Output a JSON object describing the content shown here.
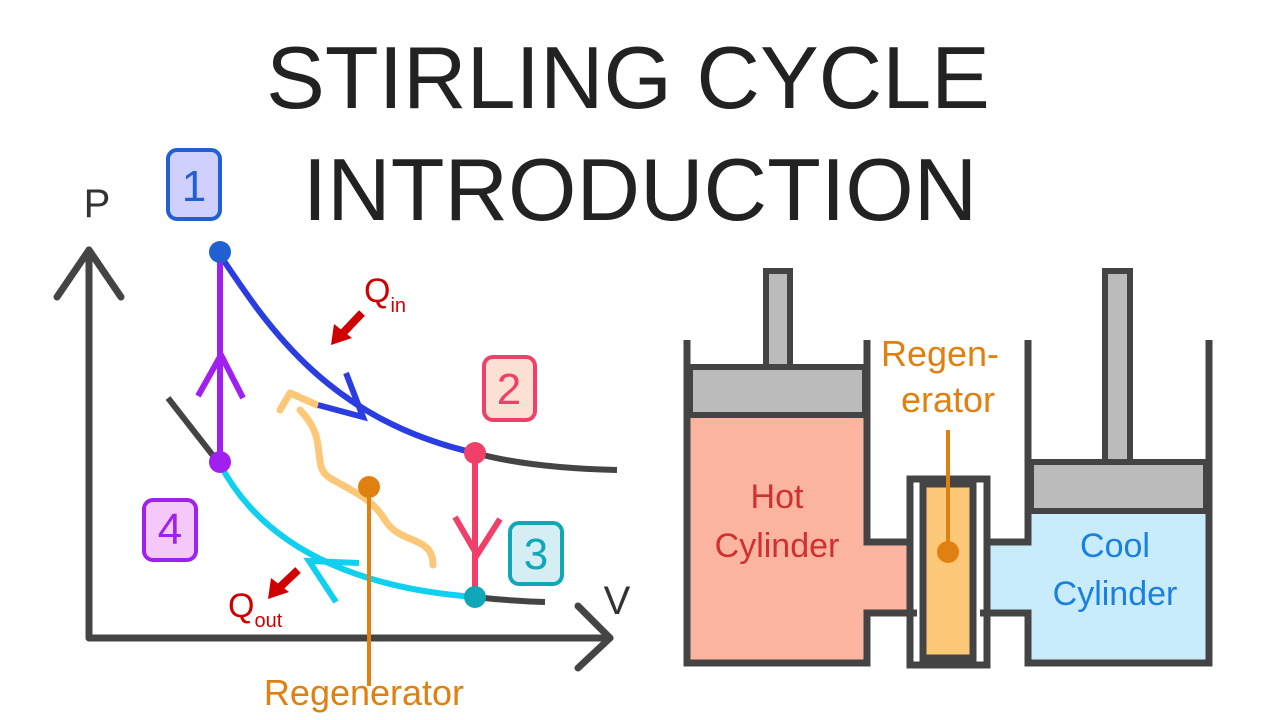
{
  "title": {
    "line1": "STIRLING CYCLE",
    "line2": "INTRODUCTION"
  },
  "pv_diagram": {
    "y_axis_label": "P",
    "x_axis_label": "V",
    "states": [
      {
        "label": "1",
        "color": "#2060d0",
        "fill": "#d0d0ff"
      },
      {
        "label": "2",
        "color": "#f0406a",
        "fill": "#fde0d4"
      },
      {
        "label": "3",
        "color": "#10a8b8",
        "fill": "#d4eef4"
      },
      {
        "label": "4",
        "color": "#a020f0",
        "fill": "#f4c8f8"
      }
    ],
    "q_in": {
      "main": "Q",
      "sub": "in"
    },
    "q_out": {
      "main": "Q",
      "sub": "out"
    },
    "regenerator_label": "Regenerator",
    "colors": {
      "hot_isotherm": "#2a3de0",
      "cold_isotherm": "#10d0f0",
      "heat_arrow": "#d00000",
      "regenerator": "#e08010",
      "regen_flow": "#fcc878",
      "axis": "#444444"
    }
  },
  "engine": {
    "hot_label": [
      "Hot",
      "Cylinder"
    ],
    "cool_label": [
      "Cool",
      "Cylinder"
    ],
    "regenerator_label": [
      "Regen-",
      "erator"
    ],
    "colors": {
      "hot_fill": "#fbb4a0",
      "cool_fill": "#c8ecfc",
      "regen_fill": "#fcc878",
      "piston": "#bbbbbb",
      "wall": "#444444"
    }
  }
}
